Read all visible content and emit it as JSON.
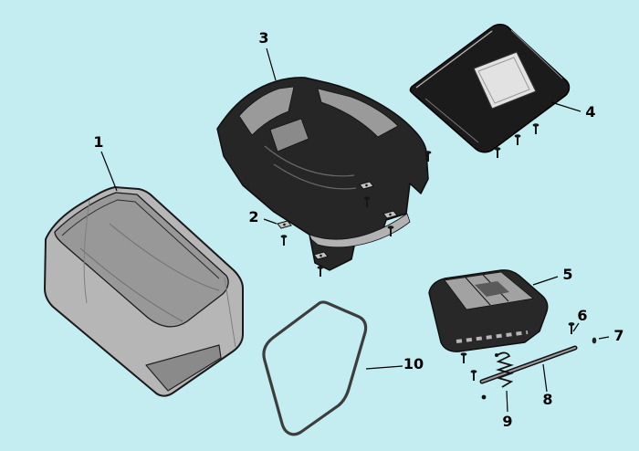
{
  "diagram": {
    "background_color": "#c4edf1",
    "outline_color": "#111111",
    "part_fill_light": "#b6b6b6",
    "part_fill_dark": "#262626",
    "labels": [
      {
        "text": "1"
      },
      {
        "text": "2"
      },
      {
        "text": "3"
      },
      {
        "text": "4"
      },
      {
        "text": "5"
      },
      {
        "text": "6"
      },
      {
        "text": "7"
      },
      {
        "text": "8"
      },
      {
        "text": "9"
      },
      {
        "text": "10"
      }
    ]
  }
}
